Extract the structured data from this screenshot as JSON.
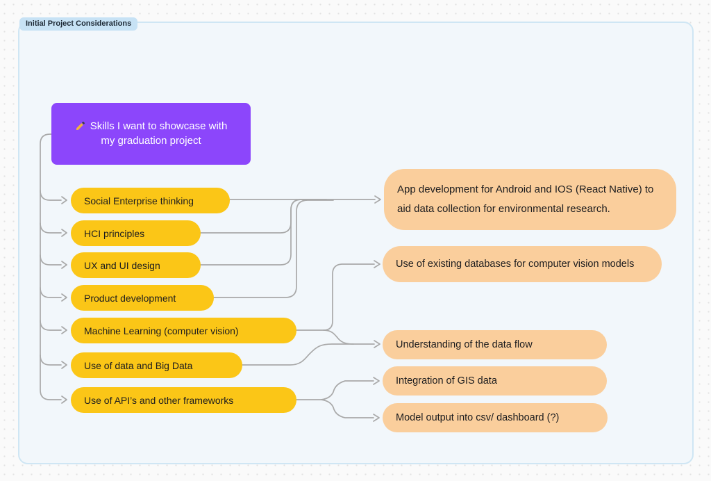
{
  "frame": {
    "label": "Initial Project Considerations"
  },
  "root_node": {
    "emoji": "✍️",
    "label": "Skills I want to showcase with\nmy graduation project"
  },
  "skills": [
    "Social Enterprise thinking",
    "HCI principles",
    "UX and UI design",
    "Product development",
    "Machine Learning (computer vision)",
    "Use of data and Big Data",
    "Use of API’s and other frameworks"
  ],
  "outcomes": [
    "App development for Android and IOS (React Native) to\naid data collection for environmental research.",
    "Use of existing databases for computer vision models",
    "Understanding of the data flow",
    "Integration of GIS data",
    "Model output into csv/ dashboard (?)"
  ],
  "colors": {
    "root_fill": "#8C46FB",
    "skill_fill": "#FBC617",
    "outcome_fill": "#FACE9C",
    "connector": "#A9A9A9",
    "frame_fill": "#F2F7FB",
    "frame_border": "#CFE6F4",
    "frame_label_bg": "#C7E2F5",
    "text_dark": "#1D1D1F",
    "text_light": "#FFFFFF"
  }
}
